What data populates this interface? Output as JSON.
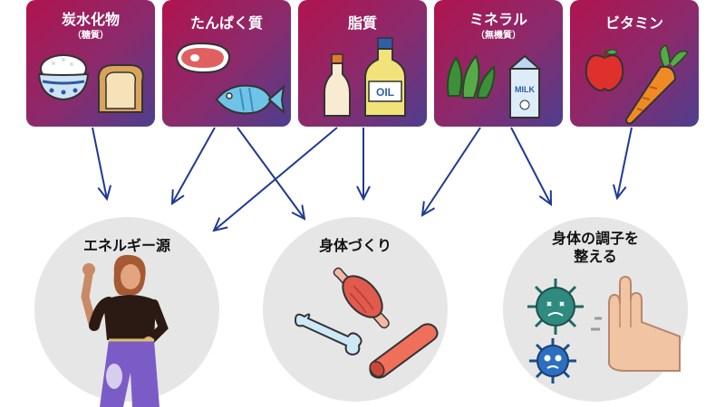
{
  "nutrients": [
    {
      "title": "炭水化物",
      "subtitle": "（糖質）"
    },
    {
      "title": "たんぱく質",
      "subtitle": ""
    },
    {
      "title": "脂質",
      "subtitle": ""
    },
    {
      "title": "ミネラル",
      "subtitle": "（無機質）"
    },
    {
      "title": "ビタミン",
      "subtitle": ""
    }
  ],
  "roles": [
    {
      "title_line1": "エネルギー源",
      "title_line2": ""
    },
    {
      "title_line1": "身体づくり",
      "title_line2": ""
    },
    {
      "title_line1": "身体の調子を",
      "title_line2": "整える"
    }
  ],
  "labels": {
    "oil_label": "OIL",
    "milk_label": "MILK"
  },
  "colors": {
    "card_start": "#b0144e",
    "card_end": "#4e3e8e",
    "arrow": "#1f3a93",
    "circle": "#e6e6e6"
  },
  "icons": [
    "rice-bowl-icon",
    "bread-icon",
    "meat-icon",
    "fish-icon",
    "milk-bottle-icon",
    "oil-bottle-icon",
    "seaweed-icon",
    "milk-carton-icon",
    "apple-icon",
    "carrot-icon",
    "woman-flexing-icon",
    "muscle-icon",
    "bone-icon",
    "blood-vessel-icon",
    "virus-icon",
    "germ-icon",
    "stop-hand-icon"
  ]
}
